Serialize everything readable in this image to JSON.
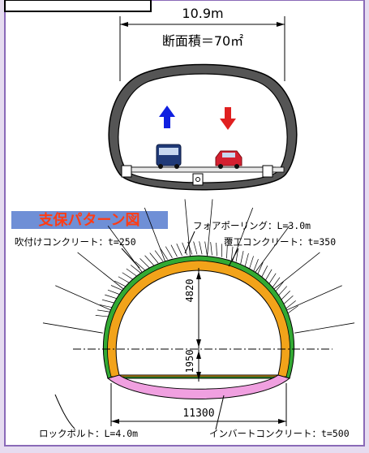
{
  "top": {
    "width_label": "10.9m",
    "area_label": "断面積＝70㎡"
  },
  "pattern": {
    "title": "支保パターン図",
    "forepoling": "フォアポーリング：L=3.0m",
    "shotcrete": "吹付けコンクリート：t=250",
    "lining": "覆工コンクリート：t=350",
    "dim_upper": "4820",
    "dim_lower": "1950",
    "dim_width": "11300",
    "rockbolt": "ロックボルト：L=4.0m",
    "invert": "インバートコンクリート：t=500"
  },
  "colors": {
    "border": "#8060b0",
    "title_bg": "#6f8fd6",
    "title_text": "#ff3c14",
    "shotcrete": "#33aa33",
    "lining": "#f2a31a",
    "invert": "#f0a0e0",
    "arrow_up": "#1020e0",
    "arrow_down": "#e02020",
    "car_blue": "#203a78",
    "car_red": "#d42030"
  },
  "icons": [
    "up-arrow-icon",
    "down-arrow-icon",
    "blue-car-icon",
    "red-car-icon"
  ]
}
